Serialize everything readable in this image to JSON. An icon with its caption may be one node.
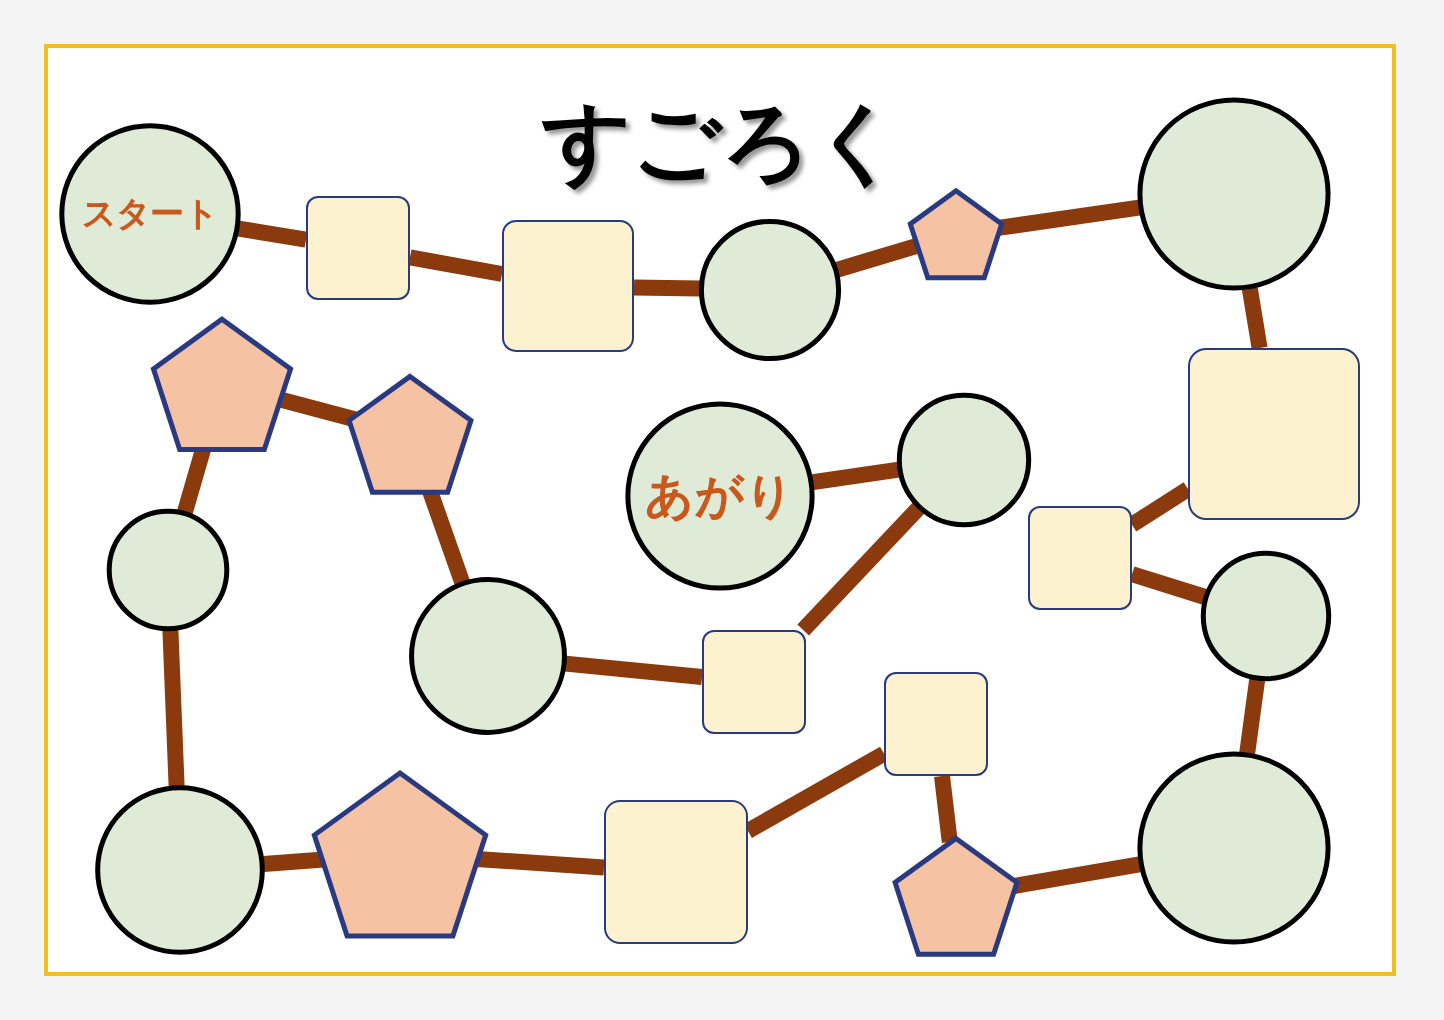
{
  "diagram": {
    "title": "すごろく",
    "nodes": [
      {
        "text": [
          "スタート"
        ]
      },
      {
        "text": [],
        "shape": "box"
      },
      {
        "text": [],
        "shape": "box"
      },
      {
        "text": [],
        "shape": "circle"
      },
      {
        "text": [],
        "shape": "pentagon"
      },
      {
        "text": [],
        "shape": "circle"
      },
      {
        "text": [],
        "shape": "box"
      },
      {
        "text": [],
        "shape": "box"
      },
      {
        "text": [],
        "shape": "circle"
      },
      {
        "text": [],
        "shape": "circle"
      },
      {
        "text": [],
        "shape": "pentagon"
      },
      {
        "text": [],
        "shape": "box"
      },
      {
        "text": [],
        "shape": "box"
      },
      {
        "text": [],
        "shape": "pentagon"
      },
      {
        "text": [],
        "shape": "circle"
      },
      {
        "text": [],
        "shape": "circle"
      },
      {
        "text": [],
        "shape": "pentagon"
      },
      {
        "text": [],
        "shape": "pentagon"
      },
      {
        "text": [],
        "shape": "circle"
      },
      {
        "text": [],
        "shape": "box"
      },
      {
        "text": [],
        "shape": "circle"
      },
      {
        "text": [
          "あがり"
        ]
      }
    ],
    "edges": [
      {
        "from": 0,
        "to": 1,
        "arrow": "none"
      },
      {
        "from": 1,
        "to": 2,
        "arrow": "none"
      },
      {
        "from": 2,
        "to": 3,
        "arrow": "none"
      },
      {
        "from": 3,
        "to": 4,
        "arrow": "none"
      },
      {
        "from": 4,
        "to": 5,
        "arrow": "none"
      },
      {
        "from": 5,
        "to": 6,
        "arrow": "none"
      },
      {
        "from": 6,
        "to": 7,
        "arrow": "none"
      },
      {
        "from": 7,
        "to": 8,
        "arrow": "none"
      },
      {
        "from": 8,
        "to": 9,
        "arrow": "none"
      },
      {
        "from": 9,
        "to": 10,
        "arrow": "none"
      },
      {
        "from": 10,
        "to": 11,
        "arrow": "none"
      },
      {
        "from": 11,
        "to": 12,
        "arrow": "none"
      },
      {
        "from": 12,
        "to": 13,
        "arrow": "none"
      },
      {
        "from": 13,
        "to": 14,
        "arrow": "none"
      },
      {
        "from": 14,
        "to": 15,
        "arrow": "none"
      },
      {
        "from": 15,
        "to": 16,
        "arrow": "none"
      },
      {
        "from": 16,
        "to": 17,
        "arrow": "none"
      },
      {
        "from": 17,
        "to": 18,
        "arrow": "none"
      },
      {
        "from": 18,
        "to": 19,
        "arrow": "none"
      },
      {
        "from": 19,
        "to": 20,
        "arrow": "none"
      },
      {
        "from": 20,
        "to": 21,
        "arrow": "none"
      }
    ]
  }
}
